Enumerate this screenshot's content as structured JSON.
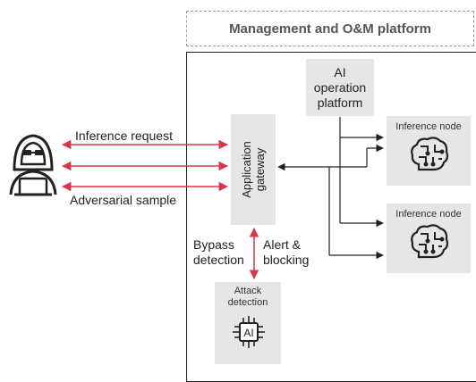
{
  "management_platform": "Management and O&M platform",
  "ai_operation_platform": "AI\noperation\nplatform",
  "application_gateway": "Application\ngateway",
  "inference_nodes": [
    "Inference node",
    "Inference node"
  ],
  "attack_detection": "Attack\ndetection",
  "attack_chip_label": "AI",
  "left_labels": {
    "inference_request": "Inference request",
    "adversarial_sample": "Adversarial sample"
  },
  "bottom_labels": {
    "bypass_detection": "Bypass\ndetection",
    "alert_blocking": "Alert &\nblocking"
  },
  "colors": {
    "red_arrow": "#d9364a",
    "box_gray": "#e6e6e6",
    "line_black": "#222222"
  },
  "icons": {
    "attacker": "hacker-icon",
    "node": "brain-circuit-icon",
    "chip": "ai-chip-icon"
  }
}
